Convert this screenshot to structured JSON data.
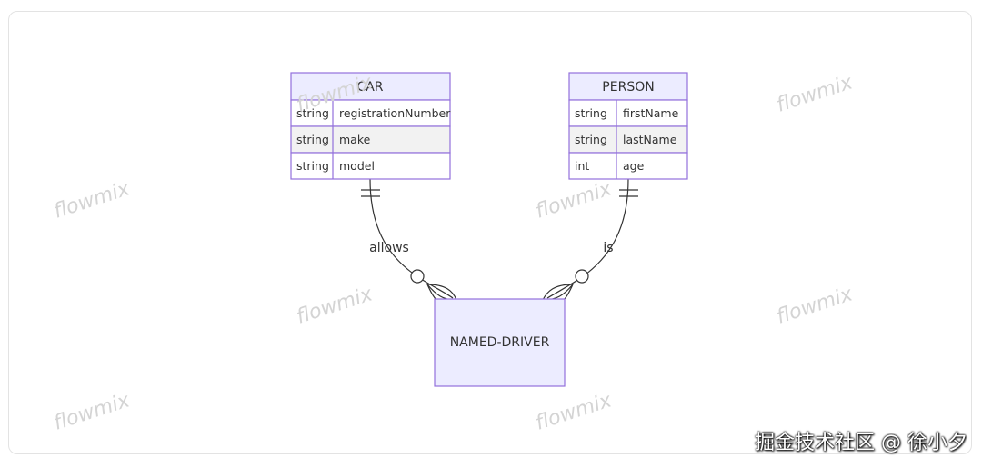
{
  "entities": {
    "car": {
      "name": "CAR",
      "attributes": [
        {
          "type": "string",
          "name": "registrationNumber"
        },
        {
          "type": "string",
          "name": "make"
        },
        {
          "type": "string",
          "name": "model"
        }
      ]
    },
    "person": {
      "name": "PERSON",
      "attributes": [
        {
          "type": "string",
          "name": "firstName"
        },
        {
          "type": "string",
          "name": "lastName"
        },
        {
          "type": "int",
          "name": "age"
        }
      ]
    },
    "named_driver": {
      "name": "NAMED-DRIVER"
    }
  },
  "relationships": {
    "car_driver": {
      "label": "allows"
    },
    "person_driver": {
      "label": "is"
    }
  },
  "watermark": "flowmix",
  "footer": "掘金技术社区 @ 徐小夕",
  "colors": {
    "entity_fill": "#ECECFF",
    "entity_stroke": "#9370DB",
    "row_alt": "#f2f2f2",
    "edge": "#333333"
  }
}
